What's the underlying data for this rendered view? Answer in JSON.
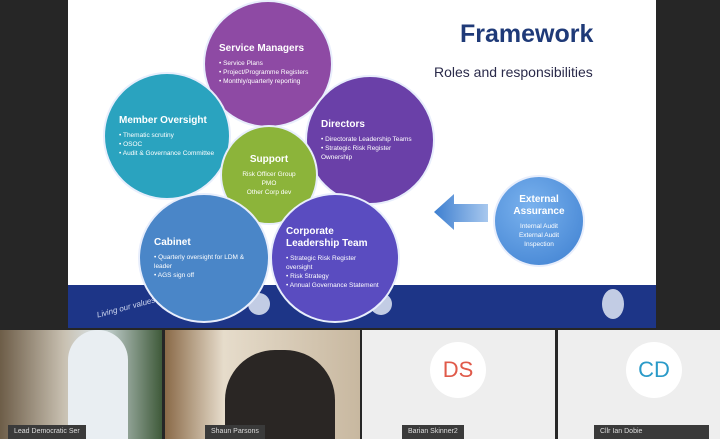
{
  "slide": {
    "title": "Framework",
    "subtitle": "Roles and responsibilities",
    "footer_text": "Living our values",
    "circles": [
      {
        "title": "Service Managers",
        "items": [
          "Service Plans",
          "Project/Programme Registers",
          "Monthly/quarterly reporting"
        ],
        "color": "#8e4aa4"
      },
      {
        "title": "Member Oversight",
        "items": [
          "Thematic scrutiny",
          "OSOC",
          "Audit & Governance Committee"
        ],
        "color": "#2aa3bf"
      },
      {
        "title": "Directors",
        "items": [
          "Directorate Leadership Teams",
          "Strategic Risk Register Ownership"
        ],
        "color": "#6a40a8"
      },
      {
        "title": "Support",
        "items": [
          "Risk Officer Group",
          "PMO",
          "Other Corp dev"
        ],
        "color": "#8cb43a"
      },
      {
        "title": "Cabinet",
        "items": [
          "Quarterly oversight for LDM & leader",
          "AGS sign off"
        ],
        "color": "#4a86c8"
      },
      {
        "title": "Corporate Leadership Team",
        "items": [
          "Strategic Risk Register oversight",
          "Risk Strategy",
          "Annual Governance Statement"
        ],
        "color": "#5a4cc0"
      },
      {
        "title": "External Assurance",
        "items": [
          "Internal Audit",
          "External Audit",
          "Inspection"
        ],
        "color": "#4a90e0"
      }
    ]
  },
  "participants": [
    {
      "name": "Lead Democratic Ser"
    },
    {
      "name": "Shaun Parsons"
    },
    {
      "name": "Barian Skinner2",
      "initials": "DS",
      "color": "#e05a4a"
    },
    {
      "name": "Cllr Ian Dobie",
      "initials": "CD",
      "color": "#2a9ac8"
    }
  ]
}
